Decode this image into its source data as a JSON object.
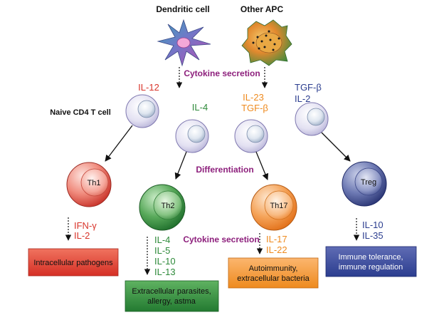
{
  "sources": {
    "dendritic_cell": "Dendritic cell",
    "other_apc": "Other APC"
  },
  "stages": {
    "cytokine_secretion_top": "Cytokine secretion",
    "differentiation": "Differentiation",
    "cytokine_secretion_bottom": "Cytokine secretion"
  },
  "naive_label": "Naive CD4 T cell",
  "inputs": {
    "th1": [
      "IL-12"
    ],
    "th2": [
      "IL-4"
    ],
    "th17": [
      "IL-23",
      "TGF-β"
    ],
    "treg": [
      "TGF-β",
      "IL-2"
    ]
  },
  "effector_cells": {
    "th1": "Th1",
    "th2": "Th2",
    "th17": "Th17",
    "treg": "Treg"
  },
  "outputs": {
    "th1": [
      "IFN-γ",
      "IL-2"
    ],
    "th2": [
      "IL-4",
      "IL-5",
      "IL-10",
      "IL-13"
    ],
    "th17": [
      "IL-17",
      "IL-22"
    ],
    "treg": [
      "IL-10",
      "IL-35"
    ]
  },
  "functions": {
    "th1": [
      "Intracellular pathogens"
    ],
    "th2": [
      "Extracellular parasites,",
      "allergy, astma"
    ],
    "th17": [
      "Autoimmunity,",
      "extracellular bacteria"
    ],
    "treg": [
      "Immune tolerance,",
      "immune regulation"
    ]
  },
  "colors": {
    "th1": "#d8352b",
    "th2": "#2e8a3a",
    "th17": "#ee8a1e",
    "treg": "#2b3d8f",
    "stage_label": "#8d1f7c"
  }
}
